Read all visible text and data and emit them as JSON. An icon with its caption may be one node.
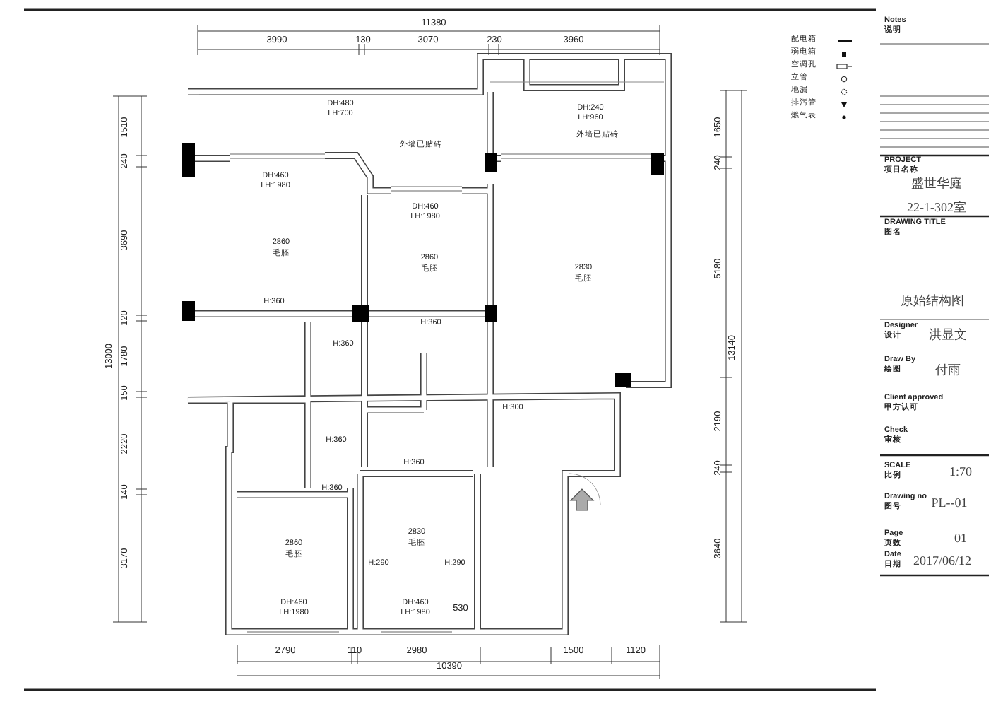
{
  "diagram": {
    "labels": [
      "11380",
      "3990",
      "130",
      "3070",
      "230",
      "3960",
      "DH:480",
      "LH:700",
      "外墙已贴砖",
      "DH:240",
      "LH:960",
      "外墙已贴砖",
      "DH:460",
      "LH:1980",
      "2860",
      "毛胚",
      "DH:460",
      "LH:1980",
      "2860",
      "毛胚",
      "2830",
      "毛胚",
      "H:360",
      "H:360",
      "H:360",
      "H:300",
      "H:360",
      "H:360",
      "H:360",
      "2860",
      "毛胚",
      "2830",
      "毛胚",
      "H:290",
      "H:290",
      "DH:460",
      "LH:1980",
      "DH:460",
      "LH:1980",
      "530",
      "1510",
      "240",
      "3690",
      "120",
      "13000",
      "1780",
      "150",
      "2220",
      "140",
      "3170",
      "1650",
      "240",
      "5180",
      "13140",
      "2190",
      "240",
      "3640",
      "2790",
      "110",
      "2980",
      "1500",
      "1120",
      "10390",
      "Notes",
      "说明",
      "PROJECT",
      "项目名称",
      "盛世华庭",
      "22-1-302室",
      "DRAWING TITLE",
      "图名",
      "原始结构图",
      "Designer",
      "设计",
      "洪显文",
      "Draw By",
      "绘图",
      "付雨",
      "Client approved",
      "甲方认可",
      "Check",
      "审核",
      "SCALE",
      "比例",
      "1:70",
      "Drawing no",
      "图号",
      "PL--01",
      "Page",
      "页数",
      "01",
      "Date",
      "日期",
      "2017/06/12"
    ],
    "legend": [
      {
        "text": "配电箱"
      },
      {
        "text": "弱电箱"
      },
      {
        "text": "空调孔"
      },
      {
        "text": "立管"
      },
      {
        "text": "地漏"
      },
      {
        "text": "排污管"
      },
      {
        "text": "燃气表"
      }
    ]
  }
}
